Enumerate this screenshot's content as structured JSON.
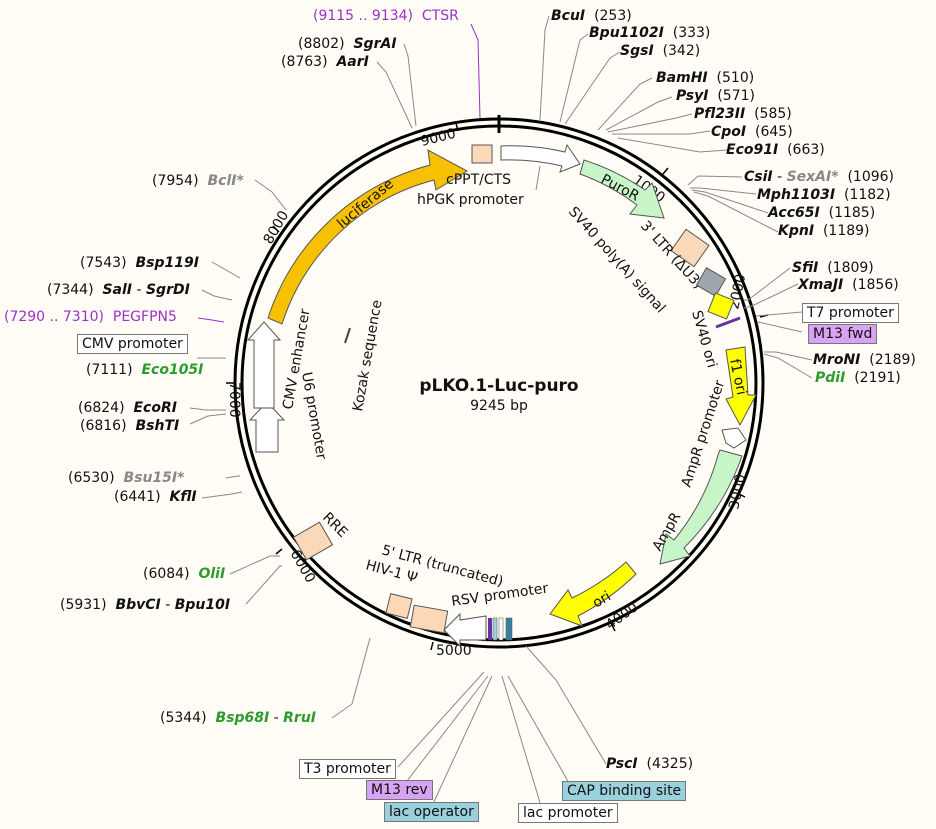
{
  "title": "pLKO.1-Luc-puro",
  "size": "9245 bp",
  "colors": {
    "bg": "#fffdf5",
    "luciferase": "#f7c000",
    "puro": "#c8f5c8",
    "ori": "#ffff00",
    "ampr": "#c8f5c8",
    "box_peach": "#fbd9b8",
    "box_gray": "#a0a6ad",
    "box_yellow": "#ffff00",
    "purple_site": "#9b30c8",
    "green_site": "#2e9b2e",
    "gray_site": "#888888",
    "primer_fill": "#d7a3f2",
    "teal_fill": "#9ad1dd"
  },
  "ticks": [
    "1000",
    "2000",
    "3000",
    "4000",
    "5000",
    "6000",
    "7000",
    "8000",
    "9000"
  ],
  "sites_right": [
    {
      "name": "BcuI",
      "pos": "(253)"
    },
    {
      "name": "Bpu1102I",
      "pos": "(333)"
    },
    {
      "name": "SgsI",
      "pos": "(342)"
    },
    {
      "name": "BamHI",
      "pos": "(510)"
    },
    {
      "name": "PsyI",
      "pos": "(571)"
    },
    {
      "name": "Pfl23II",
      "pos": "(585)"
    },
    {
      "name": "CpoI",
      "pos": "(645)"
    },
    {
      "name": "Eco91I",
      "pos": "(663)"
    },
    {
      "name": "CsiI",
      "name2": "SexAI*",
      "pos": "(1096)"
    },
    {
      "name": "Mph1103I",
      "pos": "(1182)"
    },
    {
      "name": "Acc65I",
      "pos": "(1185)"
    },
    {
      "name": "KpnI",
      "pos": "(1189)"
    },
    {
      "name": "SfiI",
      "pos": "(1809)"
    },
    {
      "name": "XmaJI",
      "pos": "(1856)"
    },
    {
      "name": "MroNI",
      "pos": "(2189)"
    },
    {
      "name": "PdiI",
      "pos": "(2191)"
    },
    {
      "name": "PscI",
      "pos": "(4325)"
    }
  ],
  "sites_left": [
    {
      "pos": "(8802)",
      "name": "SgrAI"
    },
    {
      "pos": "(8763)",
      "name": "AarI"
    },
    {
      "pos": "(7954)",
      "name": "BclI*"
    },
    {
      "pos": "(7543)",
      "name": "Bsp119I"
    },
    {
      "pos": "(7344)",
      "name": "SalI",
      "name2": "SgrDI"
    },
    {
      "pos": "(7111)",
      "name": "Eco105I"
    },
    {
      "pos": "(6824)",
      "name": "EcoRI"
    },
    {
      "pos": "(6816)",
      "name": "BshTI"
    },
    {
      "pos": "(6530)",
      "name": "Bsu15I*"
    },
    {
      "pos": "(6441)",
      "name": "KflI"
    },
    {
      "pos": "(6084)",
      "name": "OliI"
    },
    {
      "pos": "(5931)",
      "name": "BbvCI",
      "name2": "Bpu10I"
    },
    {
      "pos": "(5344)",
      "name": "Bsp68I",
      "name2": "RruI"
    }
  ],
  "primers_top": [
    {
      "range": "(9115 .. 9134)",
      "name": "CTSR"
    }
  ],
  "primers_left": [
    {
      "range": "(7290 .. 7310)",
      "name": "PEGFPN5"
    }
  ],
  "boxed_labels": {
    "t7": "T7 promoter",
    "m13fwd": "M13 fwd",
    "cmv_promoter": "CMV promoter",
    "t3": "T3 promoter",
    "m13rev": "M13 rev",
    "lac_operator": "lac operator",
    "cap": "CAP binding site",
    "lac_promoter": "lac promoter"
  },
  "features": {
    "luciferase": "luciferase",
    "cppt": "cPPT/CTS",
    "hpgk": "hPGK promoter",
    "puror": "PuroR",
    "ltr3": "3' LTR (ΔU3)",
    "sv40polya": "SV40 poly(A) signal",
    "sv40ori": "SV40 ori",
    "f1ori": "f1 ori",
    "ampr_promoter": "AmpR promoter",
    "ampr": "AmpR",
    "ori": "ori",
    "rsv": "RSV promoter",
    "ltr5": "5' LTR (truncated)",
    "hiv": "HIV-1 Ψ",
    "rre": "RRE",
    "u6": "U6 promoter",
    "cmv_enhancer": "CMV enhancer",
    "kozak": "Kozak sequence"
  }
}
